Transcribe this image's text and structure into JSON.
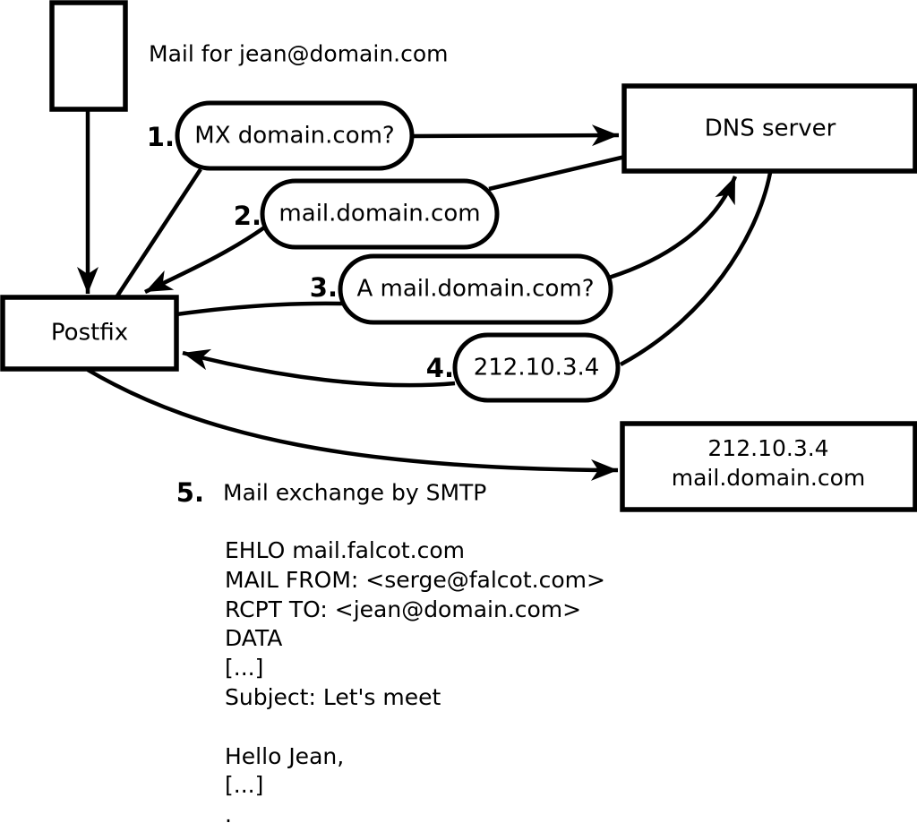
{
  "title": "Mail for jean@domain.com",
  "nodes": {
    "postfix": {
      "label": "Postfix"
    },
    "dns_server": {
      "label": "DNS server"
    },
    "mail_server": {
      "line1": "212.10.3.4",
      "line2": "mail.domain.com"
    }
  },
  "steps": [
    {
      "number": "1.",
      "label": "MX domain.com?"
    },
    {
      "number": "2.",
      "label": "mail.domain.com"
    },
    {
      "number": "3.",
      "label": "A mail.domain.com?"
    },
    {
      "number": "4.",
      "label": "212.10.3.4"
    },
    {
      "number": "5.",
      "label": "Mail exchange by SMTP"
    }
  ],
  "smtp_session": {
    "lines": [
      "EHLO mail.falcot.com",
      "MAIL FROM: <serge@falcot.com>",
      "RCPT TO: <jean@domain.com>",
      "DATA",
      "[...]",
      "Subject: Let's meet",
      "",
      "Hello Jean,",
      "[...]",
      "."
    ]
  },
  "colors": {
    "stroke": "#000000",
    "shape_fill": "#ffffff",
    "background": "#ffffff"
  }
}
